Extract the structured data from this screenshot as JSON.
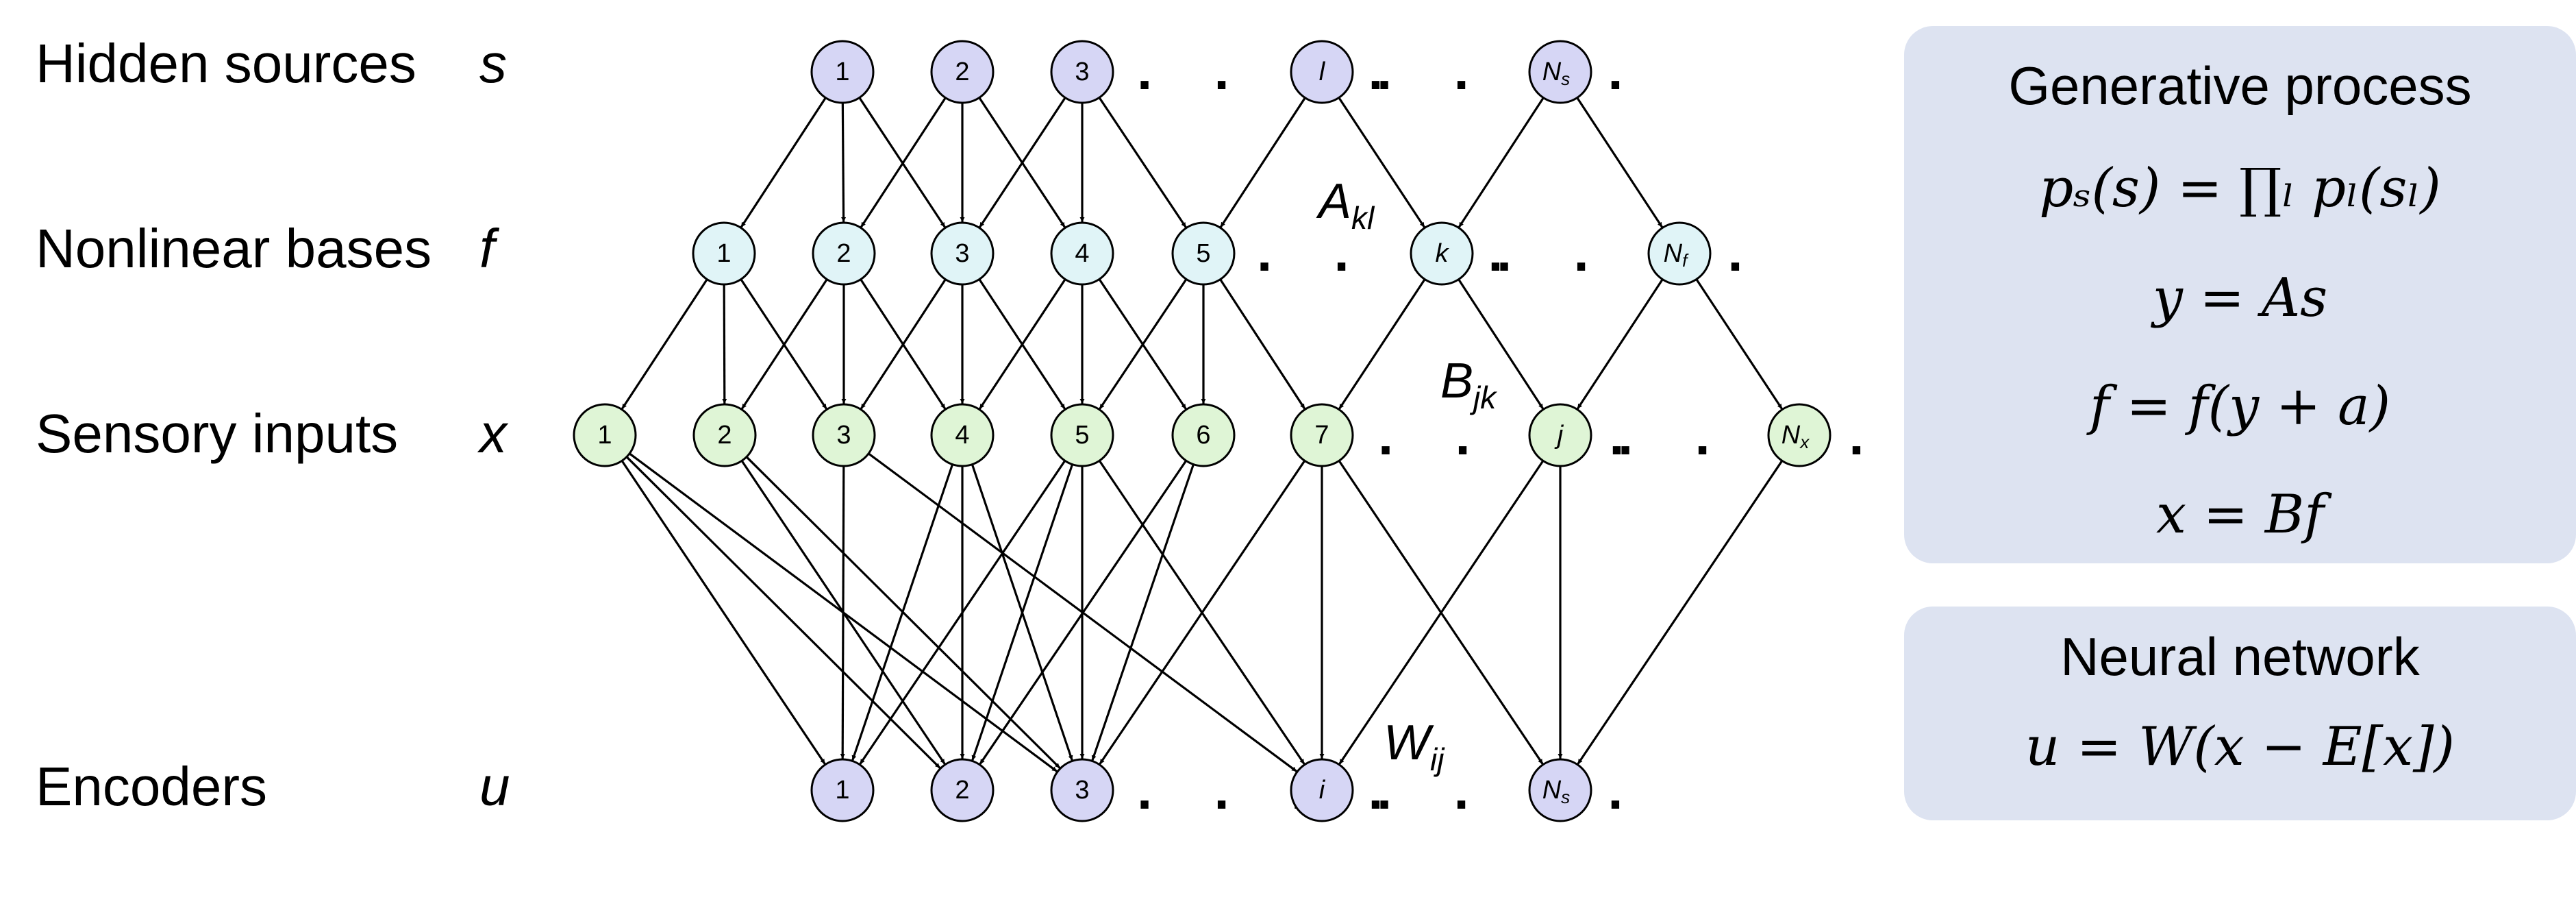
{
  "rows": [
    {
      "label": "Hidden sources",
      "symbol": "s"
    },
    {
      "label": "Nonlinear bases",
      "symbol": "f"
    },
    {
      "label": "Sensory inputs",
      "symbol": "x"
    },
    {
      "label": "Encoders",
      "symbol": "u"
    }
  ],
  "colors": {
    "sources_fill": "#d6d6f5",
    "bases_fill": "#e0f4f7",
    "inputs_fill": "#dff5d6",
    "encoders_fill": "#d6d6f5",
    "panel_fill": "#dde3f1"
  },
  "nodes": {
    "sources": [
      {
        "text": "1"
      },
      {
        "text": "2"
      },
      {
        "text": "3"
      },
      {
        "text": "l",
        "italic": true
      },
      {
        "text": "N",
        "sub": "s",
        "italic": true
      }
    ],
    "bases": [
      {
        "text": "1"
      },
      {
        "text": "2"
      },
      {
        "text": "3"
      },
      {
        "text": "4"
      },
      {
        "text": "5"
      },
      {
        "text": "k",
        "italic": true
      },
      {
        "text": "N",
        "sub": "f",
        "italic": true
      }
    ],
    "inputs": [
      {
        "text": "1"
      },
      {
        "text": "2"
      },
      {
        "text": "3"
      },
      {
        "text": "4"
      },
      {
        "text": "5"
      },
      {
        "text": "6"
      },
      {
        "text": "7"
      },
      {
        "text": "j",
        "italic": true
      },
      {
        "text": "N",
        "sub": "x",
        "italic": true
      }
    ],
    "encoders": [
      {
        "text": "1"
      },
      {
        "text": "2"
      },
      {
        "text": "3"
      },
      {
        "text": "i",
        "italic": true
      },
      {
        "text": "N",
        "sub": "s",
        "italic": true
      }
    ]
  },
  "weights": {
    "A": {
      "main": "A",
      "sub": "kl"
    },
    "B": {
      "main": "B",
      "sub": "jk"
    },
    "W": {
      "main": "W",
      "sub": "ij"
    }
  },
  "panels": {
    "generative": {
      "title": "Generative process",
      "equations": [
        "pₛ(s) = ∏ₗ pₗ(sₗ)",
        "y = As",
        "f = f(y + a)",
        "x = Bf"
      ]
    },
    "neural": {
      "title": "Neural network",
      "equations": [
        "u = W(x − E[x])"
      ]
    }
  }
}
